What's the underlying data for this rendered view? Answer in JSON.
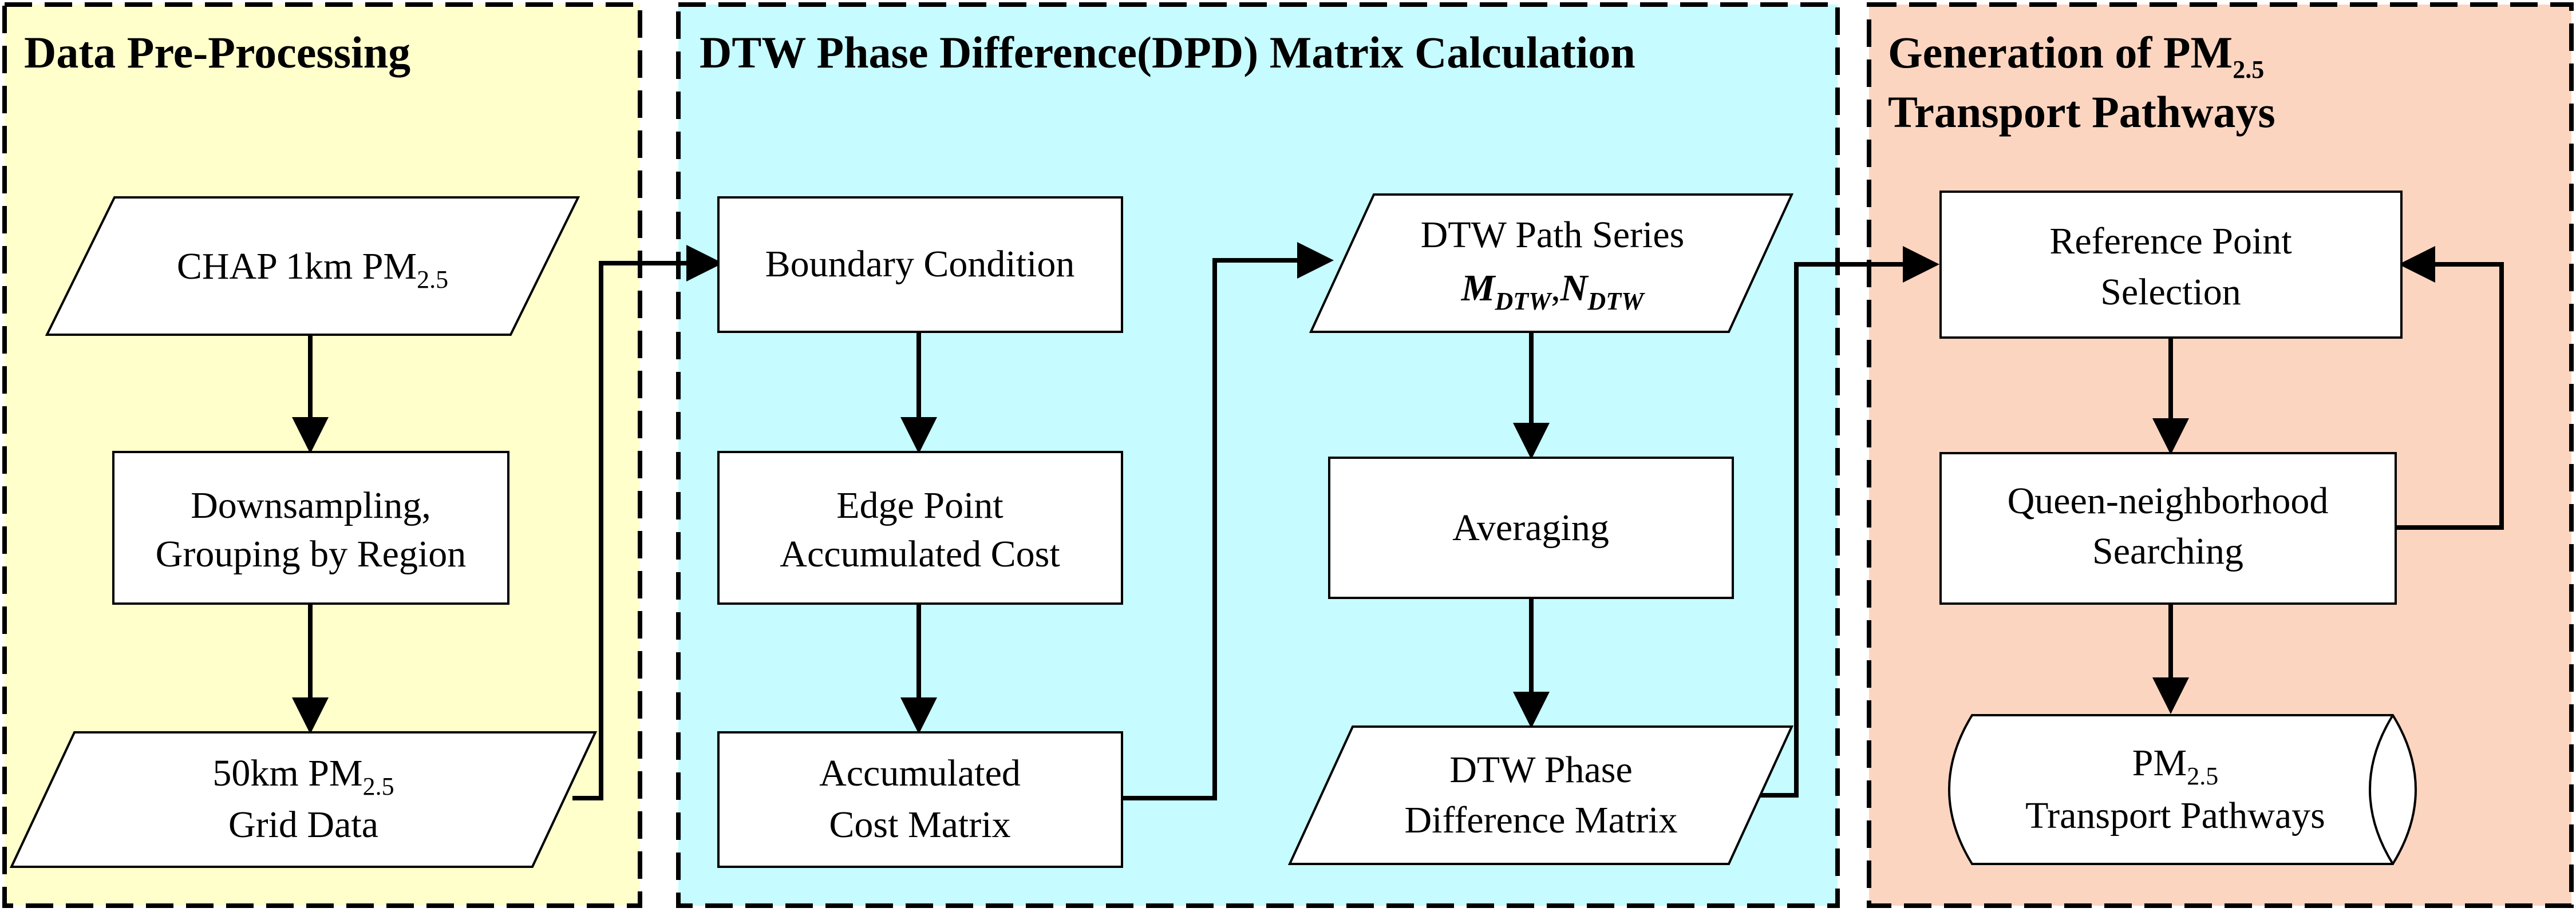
{
  "panels": {
    "preprocessing": {
      "title": "Data Pre-Processing",
      "fill": "#FFFFCC"
    },
    "dpd": {
      "title": "DTW Phase Difference(DPD) Matrix Calculation",
      "fill": "#C6FBFF"
    },
    "generation": {
      "title_line1_pre": "Generation of PM",
      "title_line1_sub": "2.5",
      "title_line2": "Transport Pathways",
      "fill": "#FCD5C0"
    }
  },
  "nodes": {
    "chap": {
      "pre": "CHAP 1km PM",
      "sub": "2.5"
    },
    "downsampling": {
      "line1": "Downsampling,",
      "line2": "Grouping by Region"
    },
    "grid50": {
      "pre": "50km PM",
      "sub": "2.5",
      "line2": "Grid Data"
    },
    "boundary": {
      "label": "Boundary Condition"
    },
    "edge": {
      "line1": "Edge Point",
      "line2": "Accumulated Cost"
    },
    "acm": {
      "line1": "Accumulated",
      "line2": "Cost Matrix"
    },
    "path_series": {
      "line1": "DTW Path Series",
      "m": "M",
      "m_sub": "DTW",
      "sep": ",",
      "n": "N",
      "n_sub": "DTW"
    },
    "averaging": {
      "label": "Averaging"
    },
    "dpd_matrix": {
      "line1": "DTW Phase",
      "line2": "Difference Matrix"
    },
    "reference": {
      "line1": "Reference Point",
      "line2": "Selection"
    },
    "queen": {
      "line1": "Queen-neighborhood",
      "line2": "Searching"
    },
    "pathways": {
      "pre": "PM",
      "sub": "2.5",
      "line2": "Transport Pathways"
    }
  }
}
